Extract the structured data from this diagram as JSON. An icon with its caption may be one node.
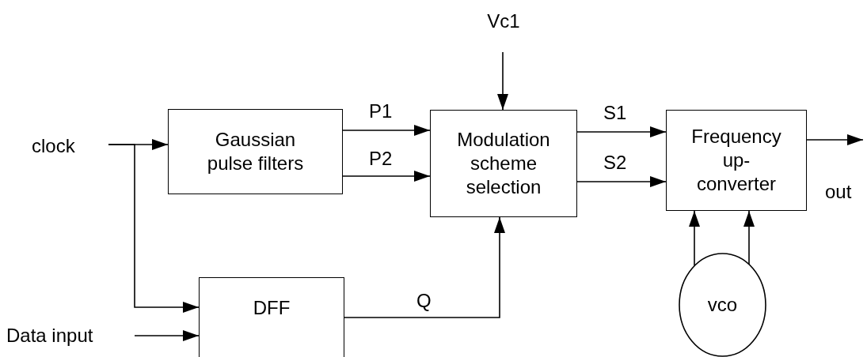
{
  "diagram": {
    "nodes": [
      {
        "text": [
          "clock"
        ]
      },
      {
        "text": [
          "Data input"
        ]
      },
      {
        "text": [
          "Gaussian pulse filters"
        ]
      },
      {
        "text": [
          "DFF"
        ]
      },
      {
        "text": [
          "Vc1"
        ]
      },
      {
        "text": [
          "Modulation scheme selection"
        ]
      },
      {
        "text": [
          "Frequency up- converter"
        ]
      },
      {
        "text": [
          "vco"
        ]
      }
    ],
    "edges": [
      {
        "from": 0,
        "to": 2,
        "arrow": "to"
      },
      {
        "from": 0,
        "to": 3,
        "arrow": "to"
      },
      {
        "from": 1,
        "to": 3,
        "arrow": "to"
      },
      {
        "from": 2,
        "to": 5,
        "arrow": "to",
        "label": "P1"
      },
      {
        "from": 2,
        "to": 5,
        "arrow": "to",
        "label": "P2"
      },
      {
        "from": 4,
        "to": 5,
        "arrow": "to"
      },
      {
        "from": 3,
        "to": 5,
        "arrow": "to",
        "label": "Q"
      },
      {
        "from": 5,
        "to": 6,
        "arrow": "to",
        "label": "S1"
      },
      {
        "from": 5,
        "to": 6,
        "arrow": "to",
        "label": "S2"
      },
      {
        "from": 6,
        "to": null,
        "arrow": "to",
        "label": "out"
      },
      {
        "from": 7,
        "to": 6,
        "arrow": "to"
      },
      {
        "from": 7,
        "to": 6,
        "arrow": "to"
      }
    ]
  }
}
